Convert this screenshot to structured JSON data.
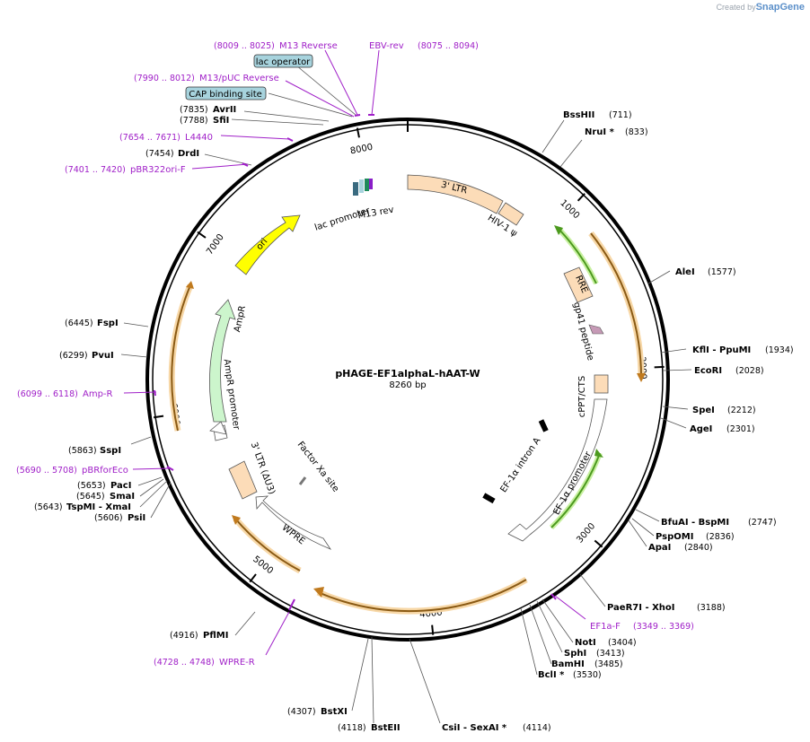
{
  "brand": {
    "created_by": "Created by",
    "name": "SnapGene"
  },
  "plasmid": {
    "name": "pHAGE-EF1alphaL-hAAT-W",
    "length_label": "8260 bp",
    "length": 8260
  },
  "ticks": [
    {
      "pos": 1000,
      "label": "1000"
    },
    {
      "pos": 2000,
      "label": "2000"
    },
    {
      "pos": 3000,
      "label": "3000"
    },
    {
      "pos": 4000,
      "label": "4000"
    },
    {
      "pos": 5000,
      "label": "5000"
    },
    {
      "pos": 6000,
      "label": "6000"
    },
    {
      "pos": 7000,
      "label": "7000"
    },
    {
      "pos": 8000,
      "label": "8000"
    }
  ],
  "sites": [
    {
      "name": "BssHII",
      "pos": "(711)",
      "bp": 711
    },
    {
      "name": "NruI *",
      "pos": "(833)",
      "bp": 833
    },
    {
      "name": "AleI",
      "pos": "(1577)",
      "bp": 1577
    },
    {
      "name": "KflI - PpuMI",
      "pos": "(1934)",
      "bp": 1934
    },
    {
      "name": "EcoRI",
      "pos": "(2028)",
      "bp": 2028
    },
    {
      "name": "SpeI",
      "pos": "(2212)",
      "bp": 2212
    },
    {
      "name": "AgeI",
      "pos": "(2301)",
      "bp": 2301
    },
    {
      "name": "BfuAI - BspMI",
      "pos": "(2747)",
      "bp": 2747
    },
    {
      "name": "PspOMI",
      "pos": "(2836)",
      "bp": 2836
    },
    {
      "name": "ApaI",
      "pos": "(2840)",
      "bp": 2840
    },
    {
      "name": "PaeR7I - XhoI",
      "pos": "(3188)",
      "bp": 3188
    },
    {
      "name": "NotI",
      "pos": "(3404)",
      "bp": 3404
    },
    {
      "name": "SphI",
      "pos": "(3413)",
      "bp": 3413
    },
    {
      "name": "BamHI",
      "pos": "(3485)",
      "bp": 3485
    },
    {
      "name": "BclI *",
      "pos": "(3530)",
      "bp": 3530
    },
    {
      "name": "CsiI - SexAI *",
      "pos": "(4114)",
      "bp": 4114
    },
    {
      "name": "BstEII",
      "pos": "(4118)",
      "bp": 4118
    },
    {
      "name": "BstXI",
      "pos": "(4307)",
      "bp": 4307
    },
    {
      "name": "PflMI",
      "pos": "(4916)",
      "bp": 4916
    },
    {
      "name": "SspI",
      "pos": "(5863)",
      "bp": 5863
    },
    {
      "name": "PsiI",
      "pos": "(5606)",
      "bp": 5606
    },
    {
      "name": "TspMI - XmaI",
      "pos": "(5643)",
      "bp": 5643
    },
    {
      "name": "SmaI",
      "pos": "(5645)",
      "bp": 5645
    },
    {
      "name": "PacI",
      "pos": "(5653)",
      "bp": 5653
    },
    {
      "name": "PvuI",
      "pos": "(6299)",
      "bp": 6299
    },
    {
      "name": "FspI",
      "pos": "(6445)",
      "bp": 6445
    },
    {
      "name": "DrdI",
      "pos": "(7454)",
      "bp": 7454
    },
    {
      "name": "SfiI",
      "pos": "(7788)",
      "bp": 7788
    },
    {
      "name": "AvrII",
      "pos": "(7835)",
      "bp": 7835
    }
  ],
  "primers": [
    {
      "name": "M13 Reverse",
      "range": "(8009 .. 8025)"
    },
    {
      "name": "EBV-rev",
      "range": "(8075 .. 8094)"
    },
    {
      "name": "M13/pUC Reverse",
      "range": "(7990 .. 8012)"
    },
    {
      "name": "L4440",
      "range": "(7654 .. 7671)"
    },
    {
      "name": "pBR322ori-F",
      "range": "(7401 .. 7420)"
    },
    {
      "name": "Amp-R",
      "range": "(6099 .. 6118)"
    },
    {
      "name": "pBRforEco",
      "range": "(5690 .. 5708)"
    },
    {
      "name": "WPRE-R",
      "range": "(4728 .. 4748)"
    },
    {
      "name": "EF1a-F",
      "range": "(3349 .. 3369)"
    }
  ],
  "boxed_labels": [
    "lac operator",
    "CAP binding site"
  ],
  "features": {
    "ltr3": "3' LTR",
    "hiv_psi": "HIV-1 ψ",
    "rre": "RRE",
    "gp41": "gp41 peptide",
    "cppt": "cPPT/CTS",
    "intron": "EF-1α intron A",
    "ef1a_promoter": "EF-1α promoter",
    "lac_promoter": "lac promoter",
    "m13_rev": "M13 rev",
    "ori": "ori",
    "ampr": "AmpR",
    "ampr_promoter": "AmpR promoter",
    "ltr3_du3": "3' LTR (ΔU3)",
    "factor_xa": "Factor Xa site",
    "wpre": "WPRE"
  },
  "colors": {
    "backbone": "#000000",
    "primer": "#a020c8",
    "orf_orange": "#f7c98a",
    "orf_line": "#c07a1e",
    "promoter_green": "#4c9a1e",
    "ltr_fill": "#fcdcb8",
    "ori_yellow": "#ffff00",
    "ampr_green": "#ccf5cc",
    "box_fill": "#a7d3dd",
    "gp41_pink": "#c69ab6"
  }
}
